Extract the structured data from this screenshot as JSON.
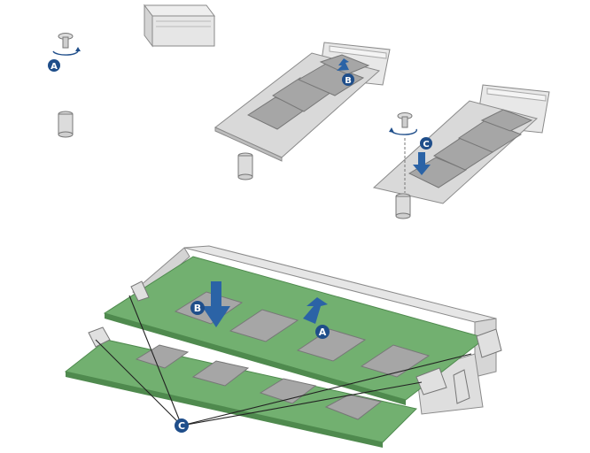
{
  "callouts": {
    "top_screw_remove": "A",
    "top_lift_card": "B",
    "top_insert_screw": "C",
    "bottom_lift": "A",
    "bottom_press": "B",
    "bottom_latches": "C"
  },
  "colors": {
    "callout_fill": "#1f4e8a",
    "arrow_fill": "#2b63a6",
    "pcb_green": "#72b070",
    "pcb_green_dark": "#4f8a4e",
    "chip_gray": "#a6a6a6",
    "board_gray": "#d6d6d6",
    "line_dark": "#333333"
  }
}
